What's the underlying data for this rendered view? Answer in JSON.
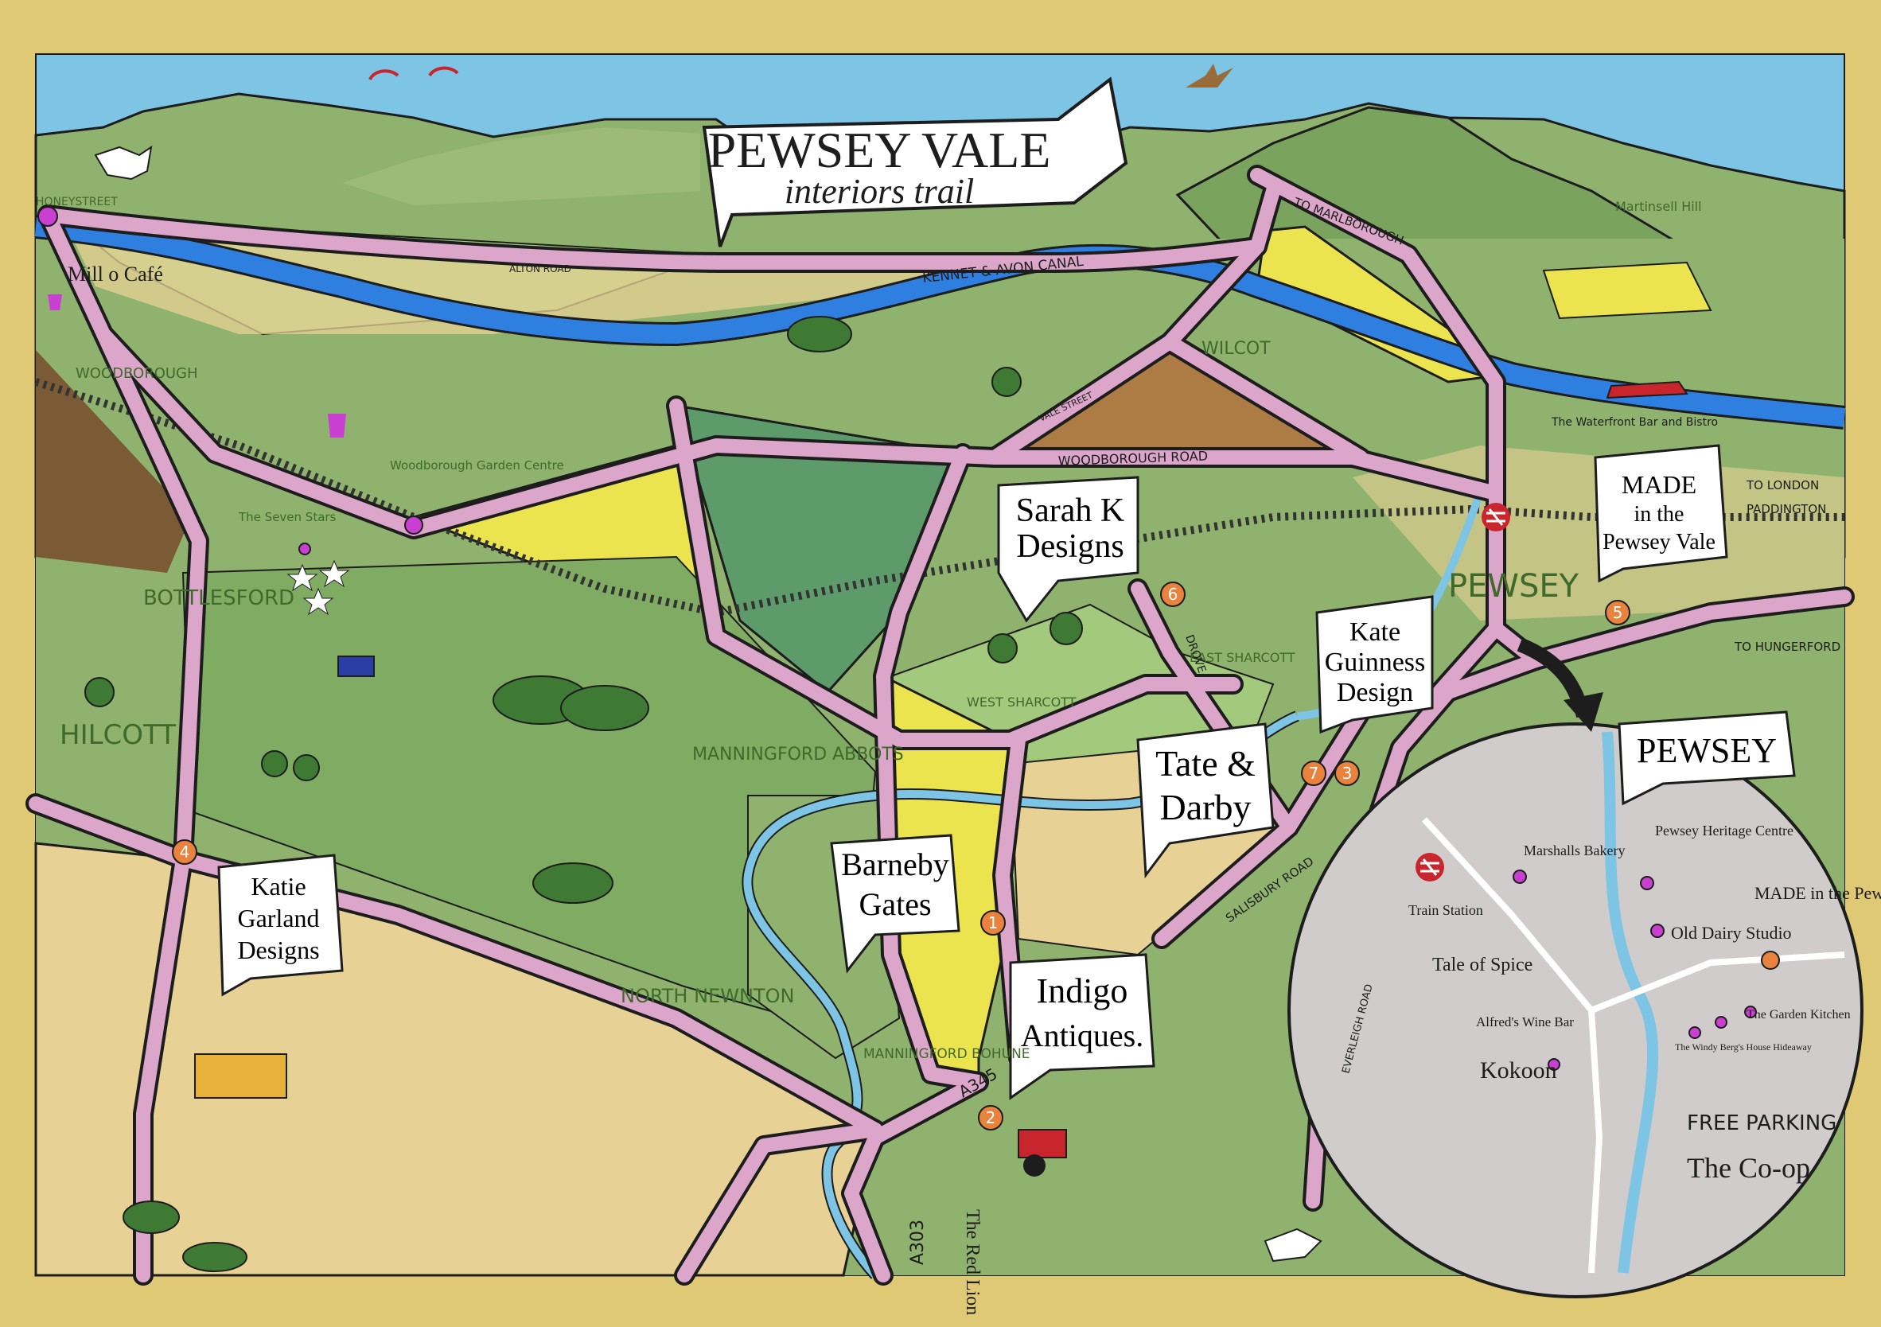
{
  "title": {
    "line1": "PEWSEY VALE",
    "line2": "interiors trail"
  },
  "colors": {
    "border": "#e0c975",
    "sky": "#7ec4e4",
    "hill": "#8fb26e",
    "hill_dark": "#6e9a56",
    "field_light": "#a3c97c",
    "field_mid": "#7fab62",
    "field_dark": "#5e9b6b",
    "field_tan": "#e7d195",
    "field_yellow": "#ece44e",
    "field_brown": "#ad7c45",
    "road": "#dba6c9",
    "canal": "#2f7fe0",
    "town": "#cfcccb",
    "ink": "#1d1d1d",
    "label_green": "#3f6a2c",
    "marker_orange": "#e8823d",
    "marker_pink": "#c93fd1",
    "rail_red": "#c8262c"
  },
  "shops": [
    {
      "name": "Barneby Gates",
      "number": "1"
    },
    {
      "name": "Indigo Antiques",
      "number": "2"
    },
    {
      "name": "Tate & Darby",
      "number": "3"
    },
    {
      "name": "Katie Garland Designs",
      "number": "4"
    },
    {
      "name": "MADE in the Pewsey Vale",
      "number": "5"
    },
    {
      "name": "Sarah K Designs",
      "number": "6"
    },
    {
      "name": "Kate Guinness Design",
      "number": "7"
    }
  ],
  "banners": {
    "sarah_k": [
      "Sarah K",
      "Designs"
    ],
    "kate_guinness": [
      "Kate",
      "Guinness",
      "Design"
    ],
    "tate_darby": [
      "Tate &",
      "Darby"
    ],
    "barneby": [
      "Barneby",
      "Gates"
    ],
    "indigo": [
      "Indigo",
      "Antiques."
    ],
    "katie_garland": [
      "Katie",
      "Garland",
      "Designs"
    ],
    "made": [
      "MADE",
      "in the",
      "Pewsey Vale"
    ],
    "pewsey_inset": [
      "PEWSEY"
    ]
  },
  "places": {
    "honeystreet": "HONEYSTREET",
    "mill_cafe": "Mill o Café",
    "woodborough": "WOODBOROUGH",
    "woodborough_garden": "Woodborough Garden Centre",
    "seven_stars": "The Seven Stars",
    "bottlesford": "BOTTLESFORD",
    "hilcott": "HILCOTT",
    "manningford_abbots": "MANNINGFORD ABBOTS",
    "north_newnton": "NORTH NEWNTON",
    "manningford_bohune": "MANNINGFORD BOHUNE",
    "west_sharcott": "WEST SHARCOTT",
    "east_sharcott": "EAST SHARCOTT",
    "wilcot": "WILCOT",
    "pewsey": "PEWSEY",
    "martinsell": "Martinsell Hill",
    "waterfront": "The Waterfront Bar and Bistro",
    "red_lion": "The Red Lion"
  },
  "roads": {
    "alton_road": "ALTON ROAD",
    "kennet_avon": "KENNET & AVON CANAL",
    "woodborough_road": "WOODBOROUGH ROAD",
    "salisbury_road": "SALISBURY ROAD",
    "everleigh_road": "EVERLEIGH ROAD",
    "a345": "A345",
    "a303": "A303",
    "drove": "DROVE",
    "vale_street": "VALE STREET"
  },
  "directions": {
    "marlborough": "TO MARLBOROUGH",
    "london_1": "TO LONDON",
    "london_2": "PADDINGTON",
    "hungerford": "TO HUNGERFORD"
  },
  "pewsey_inset_places": {
    "train_station": "Train Station",
    "marshalls": "Marshalls Bakery",
    "heritage": "Pewsey Heritage Centre",
    "made": "MADE in the Pewsey Vale",
    "old_dairy": "Old Dairy Studio",
    "tale_of_spice": "Tale of Spice",
    "alfreds": "Alfred's Wine Bar",
    "kokoon": "Kokoon",
    "garden_kitchen": "The Garden Kitchen",
    "bergs": "The Windy Berg's House Hideaway",
    "free_parking": "FREE PARKING",
    "coop": "The Co-op"
  }
}
